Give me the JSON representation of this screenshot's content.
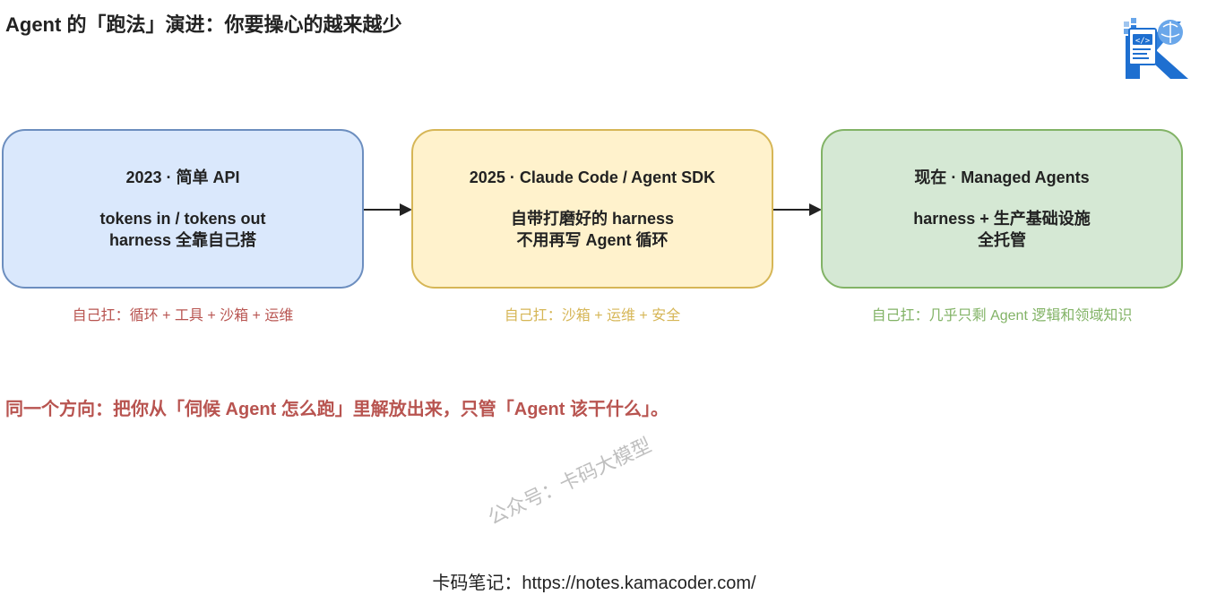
{
  "title": "Agent 的「跑法」演进：你要操心的越来越少",
  "stages": [
    {
      "head": "2023 · 简单 API",
      "line1": "tokens in / tokens out",
      "line2": "harness 全靠自己搭",
      "diy": "自己扛：循环 + 工具 + 沙箱 + 运维"
    },
    {
      "head": "2025 · Claude Code / Agent SDK",
      "line1": "自带打磨好的 harness",
      "line2": "不用再写 Agent 循环",
      "diy": "自己扛：沙箱 + 运维 + 安全"
    },
    {
      "head": "现在 · Managed Agents",
      "line1": "harness + 生产基础设施",
      "line2": "全托管",
      "diy": "自己扛：几乎只剩 Agent 逻辑和领域知识"
    }
  ],
  "conclusion": "同一个方向：把你从「伺候 Agent 怎么跑」里解放出来，只管「Agent 该干什么」。",
  "watermark": "公众号：卡码大模型",
  "footer": "卡码笔记：https://notes.kamacoder.com/",
  "colors": {
    "stage1_fill": "#dae8fc",
    "stage1_border": "#6c8ebf",
    "stage2_fill": "#fff2cc",
    "stage2_border": "#d6b656",
    "stage3_fill": "#d5e8d4",
    "stage3_border": "#82b366",
    "diy1_text": "#b85450",
    "diy2_text": "#d6b656",
    "diy3_text": "#82b366",
    "conclusion_text": "#b85450",
    "logo_blue": "#1e6fd0"
  },
  "icons": {
    "logo": "kamacoder-k-logo",
    "arrow": "right-arrow-icon"
  }
}
